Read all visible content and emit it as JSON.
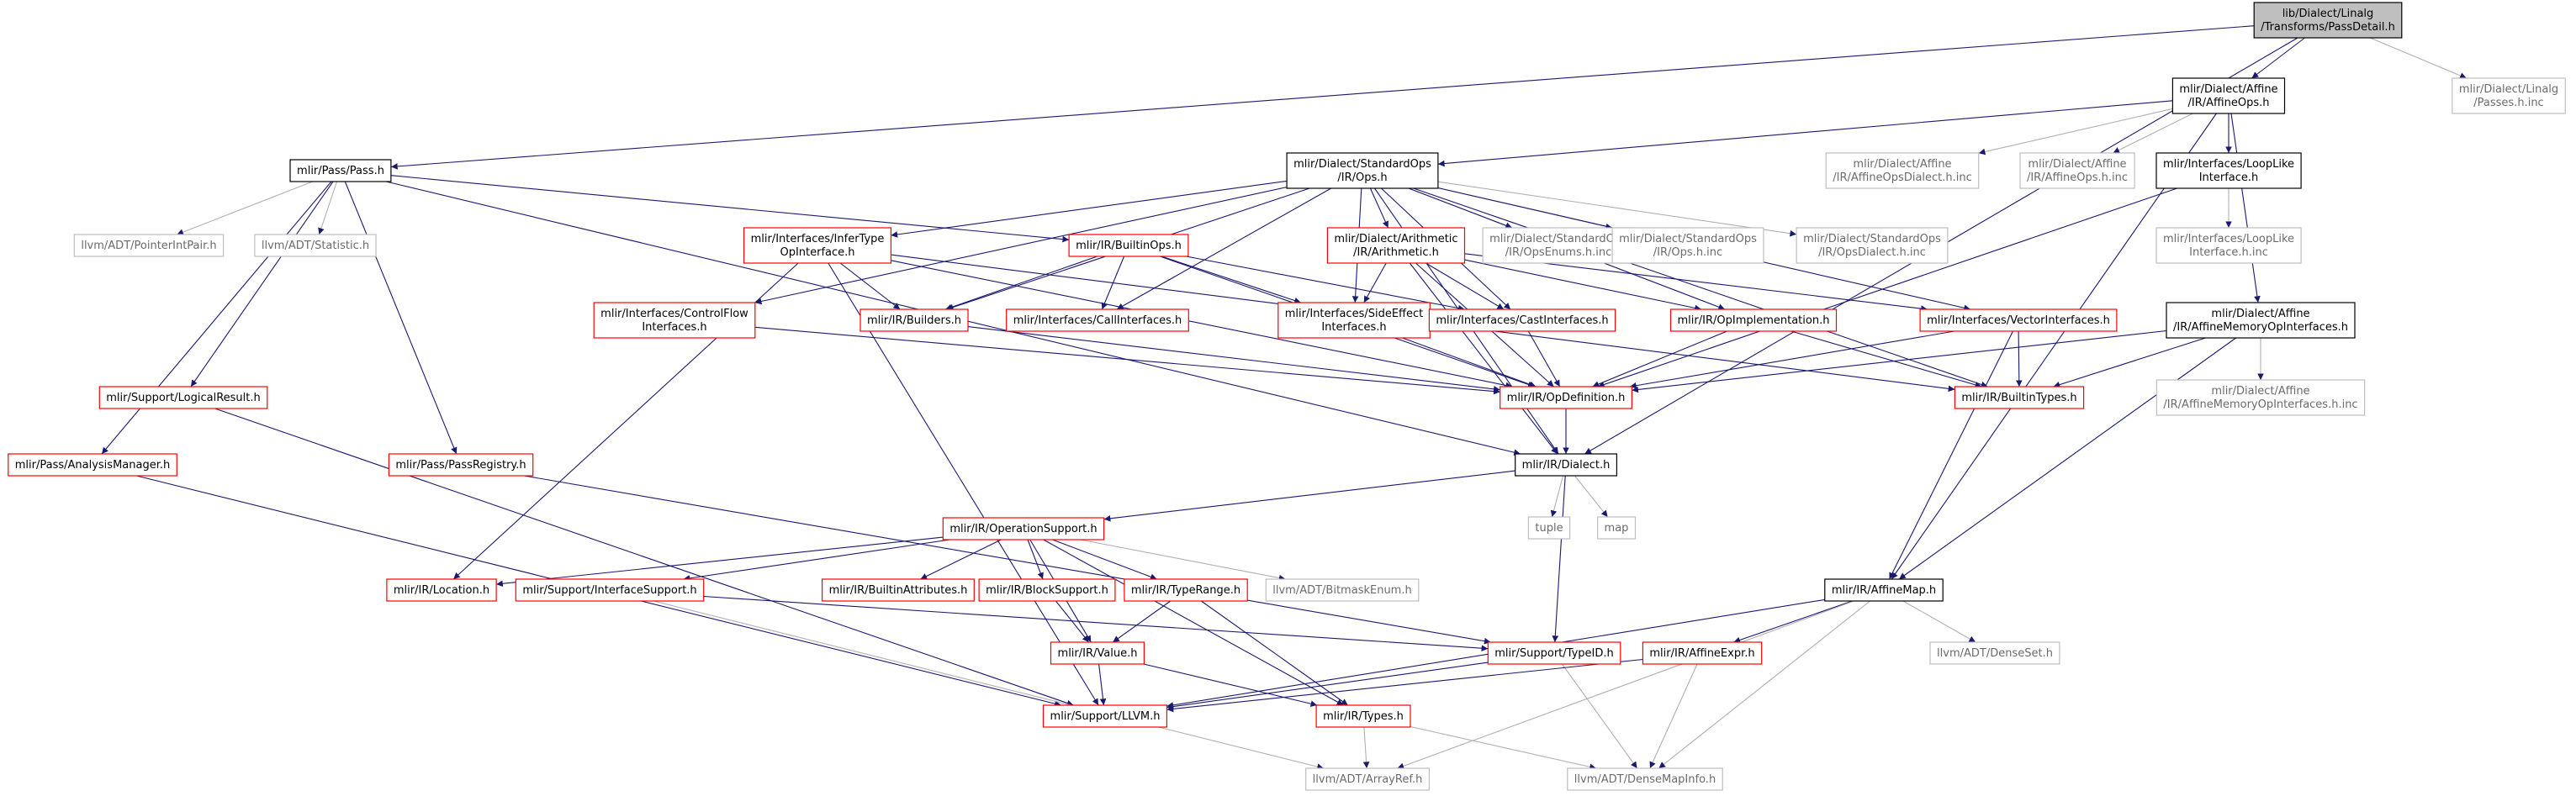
{
  "colors": {
    "edge": "#191970",
    "edge_light": "#b0b0b0",
    "root_fill": "#bfbfbf",
    "border_black": "#000000",
    "border_red": "#ff0000",
    "border_gray": "#bfbfbf",
    "text_black": "#000000",
    "text_gray": "#6b6b6b"
  },
  "nodes": [
    {
      "id": "root",
      "lines": [
        "lib/Dialect/Linalg",
        "/Transforms/PassDetail.h"
      ],
      "style": "root"
    },
    {
      "id": "affineops",
      "lines": [
        "mlir/Dialect/Affine",
        "/IR/AffineOps.h"
      ],
      "style": "black"
    },
    {
      "id": "linalgpasses",
      "lines": [
        "mlir/Dialect/Linalg",
        "/Passes.h.inc"
      ],
      "style": "gray"
    },
    {
      "id": "pass",
      "lines": [
        "mlir/Pass/Pass.h"
      ],
      "style": "black"
    },
    {
      "id": "stdops",
      "lines": [
        "mlir/Dialect/StandardOps",
        "/IR/Ops.h"
      ],
      "style": "black"
    },
    {
      "id": "affdialectinc",
      "lines": [
        "mlir/Dialect/Affine",
        "/IR/AffineOpsDialect.h.inc"
      ],
      "style": "gray"
    },
    {
      "id": "affopsinc",
      "lines": [
        "mlir/Dialect/Affine",
        "/IR/AffineOps.h.inc"
      ],
      "style": "gray"
    },
    {
      "id": "looplike",
      "lines": [
        "mlir/Interfaces/LoopLike",
        "Interface.h"
      ],
      "style": "black"
    },
    {
      "id": "pointerintpair",
      "lines": [
        "llvm/ADT/PointerIntPair.h"
      ],
      "style": "gray"
    },
    {
      "id": "statistic",
      "lines": [
        "llvm/ADT/Statistic.h"
      ],
      "style": "gray"
    },
    {
      "id": "infertype",
      "lines": [
        "mlir/Interfaces/InferType",
        "OpInterface.h"
      ],
      "style": "red"
    },
    {
      "id": "builtinops",
      "lines": [
        "mlir/IR/BuiltinOps.h"
      ],
      "style": "red"
    },
    {
      "id": "arith",
      "lines": [
        "mlir/Dialect/Arithmetic",
        "/IR/Arithmetic.h"
      ],
      "style": "red"
    },
    {
      "id": "stdenums",
      "lines": [
        "mlir/Dialect/StandardOps",
        "/IR/OpsEnums.h.inc"
      ],
      "style": "gray"
    },
    {
      "id": "stdopsinc",
      "lines": [
        "mlir/Dialect/StandardOps",
        "/IR/Ops.h.inc"
      ],
      "style": "gray"
    },
    {
      "id": "stddialectinc",
      "lines": [
        "mlir/Dialect/StandardOps",
        "/IR/OpsDialect.h.inc"
      ],
      "style": "gray"
    },
    {
      "id": "looplikeinc",
      "lines": [
        "mlir/Interfaces/LoopLike",
        "Interface.h.inc"
      ],
      "style": "gray"
    },
    {
      "id": "controlflow",
      "lines": [
        "mlir/Interfaces/ControlFlow",
        "Interfaces.h"
      ],
      "style": "red"
    },
    {
      "id": "builders",
      "lines": [
        "mlir/IR/Builders.h"
      ],
      "style": "red"
    },
    {
      "id": "callif",
      "lines": [
        "mlir/Interfaces/CallInterfaces.h"
      ],
      "style": "red"
    },
    {
      "id": "sideeffect",
      "lines": [
        "mlir/Interfaces/SideEffect",
        "Interfaces.h"
      ],
      "style": "red"
    },
    {
      "id": "castif",
      "lines": [
        "mlir/Interfaces/CastInterfaces.h"
      ],
      "style": "red"
    },
    {
      "id": "opimpl",
      "lines": [
        "mlir/IR/OpImplementation.h"
      ],
      "style": "red"
    },
    {
      "id": "vectorif",
      "lines": [
        "mlir/Interfaces/VectorInterfaces.h"
      ],
      "style": "red"
    },
    {
      "id": "affmemif",
      "lines": [
        "mlir/Dialect/Affine",
        "/IR/AffineMemoryOpInterfaces.h"
      ],
      "style": "black"
    },
    {
      "id": "affmemifinc",
      "lines": [
        "mlir/Dialect/Affine",
        "/IR/AffineMemoryOpInterfaces.h.inc"
      ],
      "style": "gray"
    },
    {
      "id": "logicalresult",
      "lines": [
        "mlir/Support/LogicalResult.h"
      ],
      "style": "red"
    },
    {
      "id": "opdef",
      "lines": [
        "mlir/IR/OpDefinition.h"
      ],
      "style": "red"
    },
    {
      "id": "builtintypes",
      "lines": [
        "mlir/IR/BuiltinTypes.h"
      ],
      "style": "red"
    },
    {
      "id": "analysis",
      "lines": [
        "mlir/Pass/AnalysisManager.h"
      ],
      "style": "red"
    },
    {
      "id": "passregistry",
      "lines": [
        "mlir/Pass/PassRegistry.h"
      ],
      "style": "red"
    },
    {
      "id": "dialect",
      "lines": [
        "mlir/IR/Dialect.h"
      ],
      "style": "black"
    },
    {
      "id": "tuple",
      "lines": [
        "tuple"
      ],
      "style": "gray"
    },
    {
      "id": "map",
      "lines": [
        "map"
      ],
      "style": "gray"
    },
    {
      "id": "opsupport",
      "lines": [
        "mlir/IR/OperationSupport.h"
      ],
      "style": "red"
    },
    {
      "id": "location",
      "lines": [
        "mlir/IR/Location.h"
      ],
      "style": "red"
    },
    {
      "id": "ifsupport",
      "lines": [
        "mlir/Support/InterfaceSupport.h"
      ],
      "style": "red"
    },
    {
      "id": "builtinattrs",
      "lines": [
        "mlir/IR/BuiltinAttributes.h"
      ],
      "style": "red"
    },
    {
      "id": "blocksupport",
      "lines": [
        "mlir/IR/BlockSupport.h"
      ],
      "style": "red"
    },
    {
      "id": "typerange",
      "lines": [
        "mlir/IR/TypeRange.h"
      ],
      "style": "red"
    },
    {
      "id": "bitmask",
      "lines": [
        "llvm/ADT/BitmaskEnum.h"
      ],
      "style": "gray"
    },
    {
      "id": "affinemap",
      "lines": [
        "mlir/IR/AffineMap.h"
      ],
      "style": "black"
    },
    {
      "id": "value",
      "lines": [
        "mlir/IR/Value.h"
      ],
      "style": "red"
    },
    {
      "id": "typeid",
      "lines": [
        "mlir/Support/TypeID.h"
      ],
      "style": "red"
    },
    {
      "id": "affineexpr",
      "lines": [
        "mlir/IR/AffineExpr.h"
      ],
      "style": "red"
    },
    {
      "id": "denseset",
      "lines": [
        "llvm/ADT/DenseSet.h"
      ],
      "style": "gray"
    },
    {
      "id": "llvmh",
      "lines": [
        "mlir/Support/LLVM.h"
      ],
      "style": "red"
    },
    {
      "id": "types",
      "lines": [
        "mlir/IR/Types.h"
      ],
      "style": "red"
    },
    {
      "id": "arrayref",
      "lines": [
        "llvm/ADT/ArrayRef.h"
      ],
      "style": "gray"
    },
    {
      "id": "densemapinfo",
      "lines": [
        "llvm/ADT/DenseMapInfo.h"
      ],
      "style": "gray"
    }
  ],
  "edges": [
    [
      "root",
      "affineops"
    ],
    [
      "root",
      "linalgpasses"
    ],
    [
      "root",
      "pass"
    ],
    [
      "root",
      "dialect"
    ],
    [
      "affineops",
      "stdops"
    ],
    [
      "affineops",
      "affdialectinc"
    ],
    [
      "affineops",
      "affopsinc"
    ],
    [
      "affineops",
      "looplike"
    ],
    [
      "affineops",
      "affmemif"
    ],
    [
      "affineops",
      "affinemap"
    ],
    [
      "pass",
      "pointerintpair"
    ],
    [
      "pass",
      "statistic"
    ],
    [
      "pass",
      "builtinops"
    ],
    [
      "pass",
      "logicalresult"
    ],
    [
      "pass",
      "analysis"
    ],
    [
      "pass",
      "passregistry"
    ],
    [
      "pass",
      "dialect"
    ],
    [
      "stdops",
      "infertype"
    ],
    [
      "stdops",
      "arith"
    ],
    [
      "stdops",
      "stdenums"
    ],
    [
      "stdops",
      "stdopsinc"
    ],
    [
      "stdops",
      "stddialectinc"
    ],
    [
      "stdops",
      "controlflow"
    ],
    [
      "stdops",
      "builders"
    ],
    [
      "stdops",
      "callif"
    ],
    [
      "stdops",
      "sideeffect"
    ],
    [
      "stdops",
      "castif"
    ],
    [
      "stdops",
      "opimpl"
    ],
    [
      "stdops",
      "vectorif"
    ],
    [
      "stdops",
      "builtintypes"
    ],
    [
      "stdops",
      "dialect"
    ],
    [
      "looplike",
      "looplikeinc"
    ],
    [
      "looplike",
      "opdef"
    ],
    [
      "infertype",
      "builders"
    ],
    [
      "infertype",
      "opdef"
    ],
    [
      "infertype",
      "location"
    ],
    [
      "infertype",
      "llvmh"
    ],
    [
      "infertype",
      "builtintypes"
    ],
    [
      "builtinops",
      "builders"
    ],
    [
      "builtinops",
      "callif"
    ],
    [
      "builtinops",
      "sideeffect"
    ],
    [
      "builtinops",
      "castif"
    ],
    [
      "builtinops",
      "opdef"
    ],
    [
      "arith",
      "sideeffect"
    ],
    [
      "arith",
      "castif"
    ],
    [
      "arith",
      "opimpl"
    ],
    [
      "arith",
      "vectorif"
    ],
    [
      "arith",
      "opdef"
    ],
    [
      "arith",
      "dialect"
    ],
    [
      "controlflow",
      "opdef"
    ],
    [
      "builders",
      "opdef"
    ],
    [
      "sideeffect",
      "opdef"
    ],
    [
      "castif",
      "opdef"
    ],
    [
      "opimpl",
      "opdef"
    ],
    [
      "opimpl",
      "builtintypes"
    ],
    [
      "vectorif",
      "builtintypes"
    ],
    [
      "vectorif",
      "affinemap"
    ],
    [
      "vectorif",
      "opdef"
    ],
    [
      "affmemif",
      "affmemifinc"
    ],
    [
      "affmemif",
      "builtintypes"
    ],
    [
      "affmemif",
      "opdef"
    ],
    [
      "affmemif",
      "affinemap"
    ],
    [
      "logicalresult",
      "llvmh"
    ],
    [
      "analysis",
      "llvmh"
    ],
    [
      "passregistry",
      "typeid"
    ],
    [
      "opdef",
      "dialect"
    ],
    [
      "dialect",
      "tuple"
    ],
    [
      "dialect",
      "map"
    ],
    [
      "dialect",
      "opsupport"
    ],
    [
      "dialect",
      "typeid"
    ],
    [
      "opsupport",
      "location"
    ],
    [
      "opsupport",
      "ifsupport"
    ],
    [
      "opsupport",
      "builtinattrs"
    ],
    [
      "opsupport",
      "blocksupport"
    ],
    [
      "opsupport",
      "typerange"
    ],
    [
      "opsupport",
      "bitmask"
    ],
    [
      "opsupport",
      "value"
    ],
    [
      "opsupport",
      "types"
    ],
    [
      "ifsupport",
      "typeid"
    ],
    [
      "ifsupport",
      "arrayref"
    ],
    [
      "blocksupport",
      "value"
    ],
    [
      "typerange",
      "value"
    ],
    [
      "typerange",
      "types"
    ],
    [
      "value",
      "llvmh"
    ],
    [
      "value",
      "types"
    ],
    [
      "typeid",
      "llvmh"
    ],
    [
      "typeid",
      "densemapinfo"
    ],
    [
      "affinemap",
      "affineexpr"
    ],
    [
      "affinemap",
      "denseset"
    ],
    [
      "affinemap",
      "llvmh"
    ],
    [
      "affinemap",
      "arrayref"
    ],
    [
      "affinemap",
      "densemapinfo"
    ],
    [
      "affineexpr",
      "llvmh"
    ],
    [
      "affineexpr",
      "densemapinfo"
    ],
    [
      "types",
      "arrayref"
    ],
    [
      "types",
      "densemapinfo"
    ]
  ]
}
